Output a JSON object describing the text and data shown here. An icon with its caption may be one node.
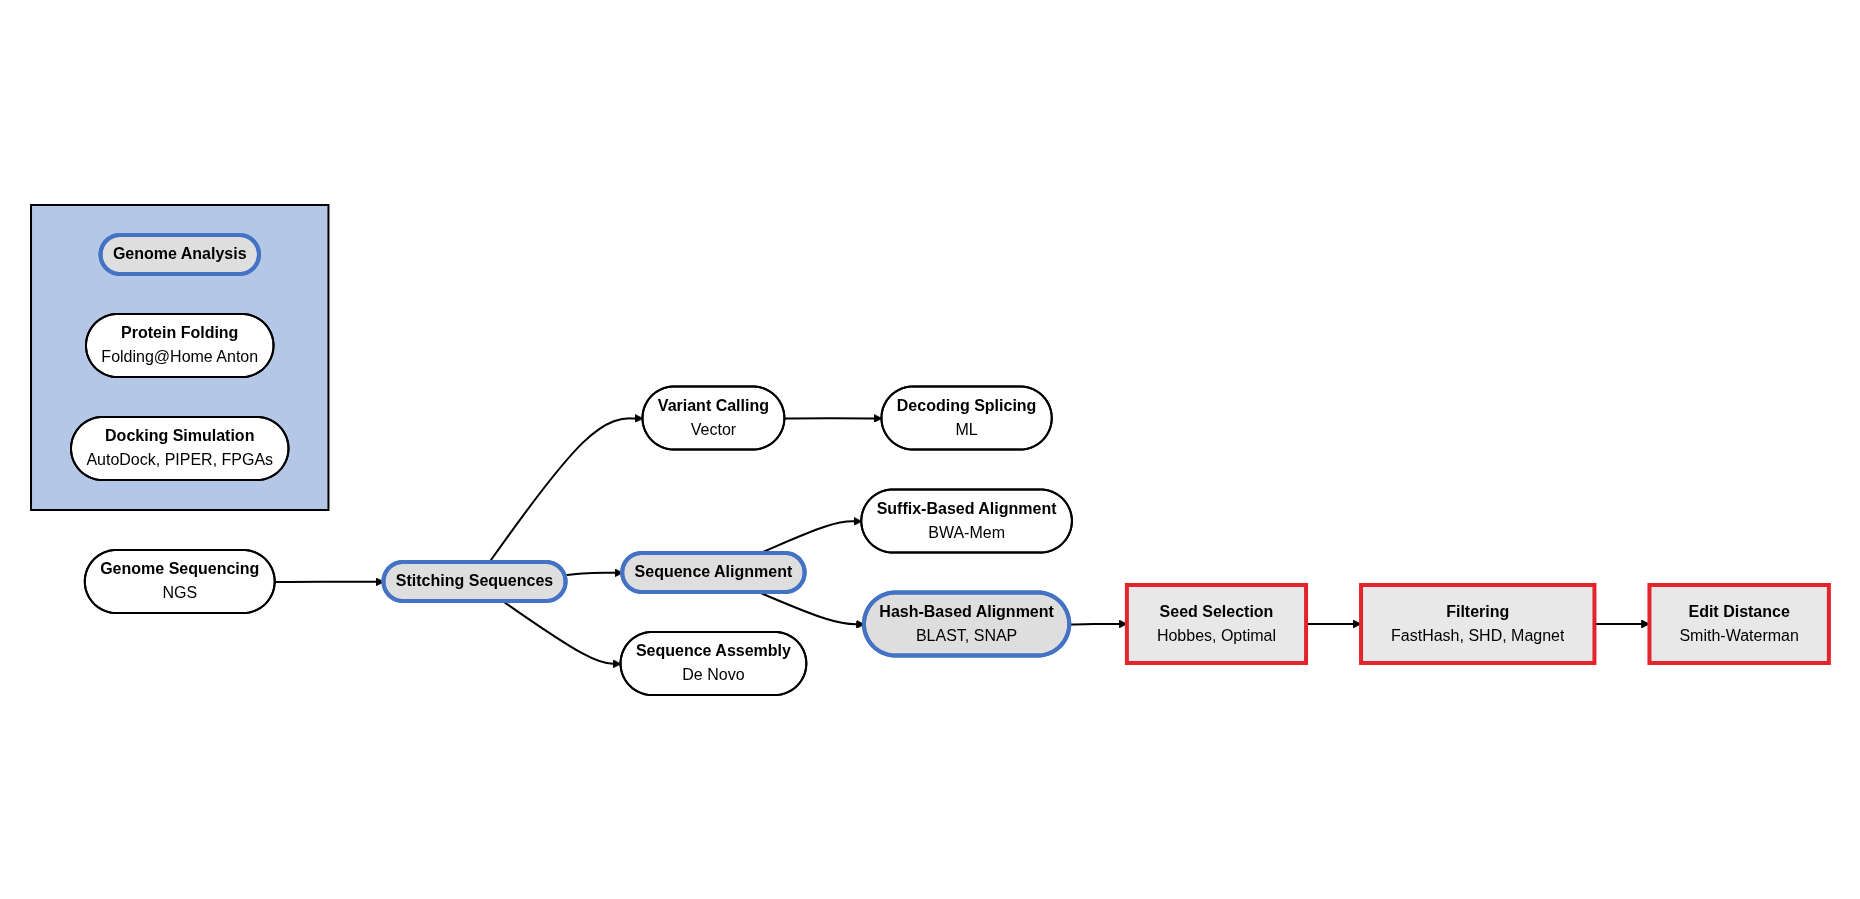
{
  "diagram": {
    "nodes": [
      {
        "text": [],
        "shape": "trapezoid"
      },
      {
        "text": [
          "Genome Analysis"
        ],
        "in": 0
      },
      {
        "text": [
          "Protein Folding",
          "Folding@Home Anton"
        ],
        "in": 0
      },
      {
        "text": [
          "Docking Simulation",
          "AutoDock, PIPER, FPGAs"
        ],
        "in": 0
      },
      {
        "text": [
          "Genome Sequencing",
          "NGS"
        ]
      },
      {
        "text": [
          "Stitching Sequences"
        ]
      },
      {
        "text": [
          "Variant Calling",
          "Vector"
        ]
      },
      {
        "text": [
          "Decoding Splicing",
          "ML"
        ]
      },
      {
        "text": [
          "Sequence Alignment"
        ]
      },
      {
        "text": [
          "Sequence Assembly",
          "De Novo"
        ]
      },
      {
        "text": [
          "Suffix-Based Alignment",
          "BWA-Mem"
        ]
      },
      {
        "text": [
          "Hash-Based Alignment",
          "BLAST, SNAP"
        ]
      },
      {
        "text": [
          "Seed Selection",
          "Hobbes, Optimal"
        ]
      },
      {
        "text": [
          "Filtering",
          "FastHash, SHD, Magnet"
        ]
      },
      {
        "text": [
          "Edit Distance",
          "Smith-Waterman"
        ]
      }
    ],
    "edges": [
      {
        "from": 4,
        "to": 5,
        "arrow": "to"
      },
      {
        "from": 5,
        "to": 6,
        "arrow": "to"
      },
      {
        "from": 6,
        "to": 7,
        "arrow": "to"
      },
      {
        "from": 5,
        "to": 8,
        "arrow": "to"
      },
      {
        "from": 5,
        "to": 9,
        "arrow": "to"
      },
      {
        "from": 8,
        "to": 10,
        "arrow": "to"
      },
      {
        "from": 8,
        "to": 11,
        "arrow": "to"
      },
      {
        "from": 11,
        "to": 12,
        "arrow": "to"
      },
      {
        "from": 12,
        "to": 13,
        "arrow": "to"
      },
      {
        "from": 13,
        "to": 14,
        "arrow": "to"
      }
    ]
  }
}
